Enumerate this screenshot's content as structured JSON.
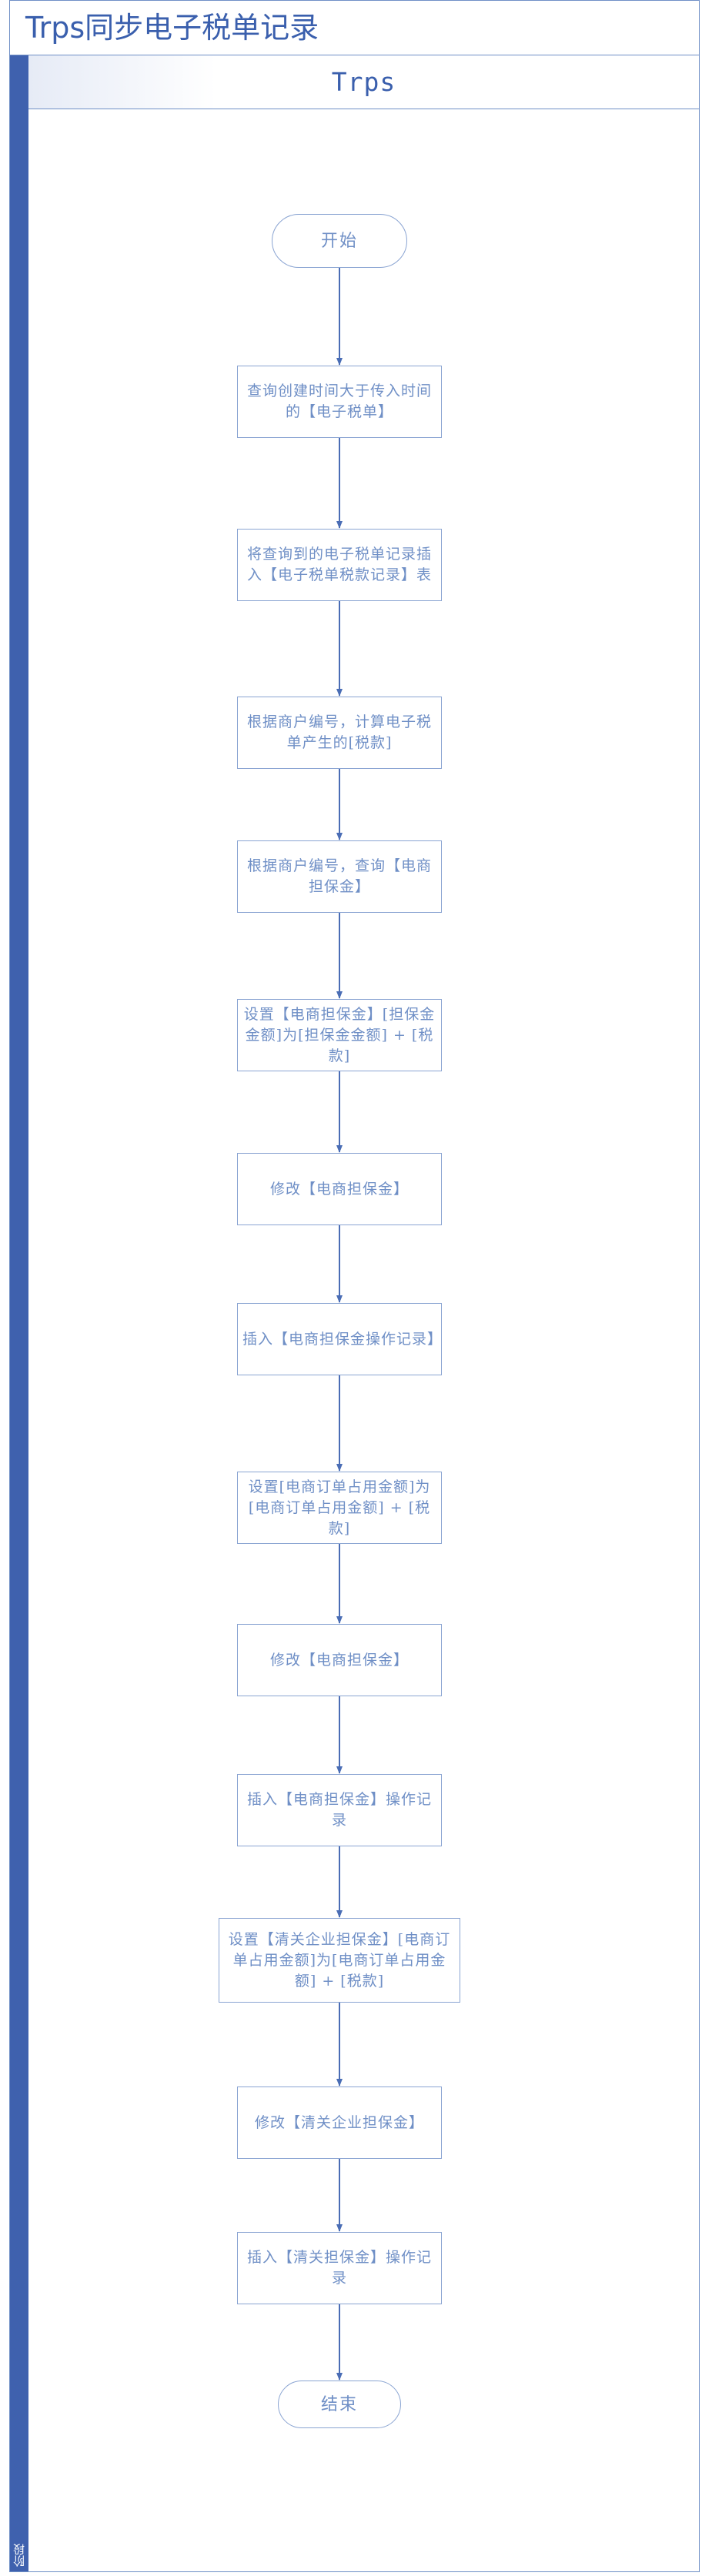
{
  "page_title": "Trps同步电子税单记录",
  "lane": {
    "header": "Trps",
    "side_label": "阶段"
  },
  "nodes": [
    {
      "id": "start",
      "type": "terminal",
      "text": "开始"
    },
    {
      "id": "n1",
      "type": "process",
      "text": "查询创建时间大于传入时间的【电子税单】"
    },
    {
      "id": "n2",
      "type": "process",
      "text": "将查询到的电子税单记录插入【电子税单税款记录】表"
    },
    {
      "id": "n3",
      "type": "process",
      "text": "根据商户编号，计算电子税单产生的[税款]"
    },
    {
      "id": "n4",
      "type": "process",
      "text": "根据商户编号，查询【电商担保金】"
    },
    {
      "id": "n5",
      "type": "process",
      "text": "设置【电商担保金】[担保金金额]为[担保金金额] + [税款]"
    },
    {
      "id": "n6",
      "type": "process",
      "text": "修改【电商担保金】"
    },
    {
      "id": "n7",
      "type": "process",
      "text": "插入【电商担保金操作记录】"
    },
    {
      "id": "n8",
      "type": "process",
      "text": "设置[电商订单占用金额]为[电商订单占用金额] + [税款]"
    },
    {
      "id": "n9",
      "type": "process",
      "text": "修改【电商担保金】"
    },
    {
      "id": "n10",
      "type": "process",
      "text": "插入【电商担保金】操作记录"
    },
    {
      "id": "n11",
      "type": "process",
      "text": "设置【清关企业担保金】[电商订单占用金额]为[电商订单占用金额] + [税款]"
    },
    {
      "id": "n12",
      "type": "process",
      "text": "修改【清关企业担保金】"
    },
    {
      "id": "n13",
      "type": "process",
      "text": "插入【清关担保金】操作记录"
    },
    {
      "id": "end",
      "type": "terminal",
      "text": "结束"
    }
  ],
  "colors": {
    "accent": "#3f61ae",
    "border": "#8aa4d2",
    "text": "#6f8fc6",
    "arrow": "#4a6db5"
  }
}
